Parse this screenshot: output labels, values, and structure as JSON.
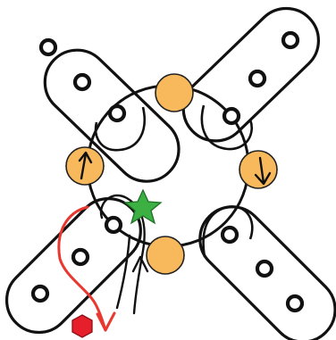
{
  "diagram": {
    "background": "#ffffff",
    "colors": {
      "outline": "#111111",
      "orange_node": "#f7b95b",
      "star": "#3cb043",
      "red_path": "#e8382f",
      "hexagon": "#e5202b"
    },
    "components": {
      "arms": 4,
      "holes_on_arms": 12,
      "orange_nodes": 4,
      "center_ring": 1,
      "star_marker": "green-star",
      "hexagon_marker": "red-hexagon"
    }
  }
}
